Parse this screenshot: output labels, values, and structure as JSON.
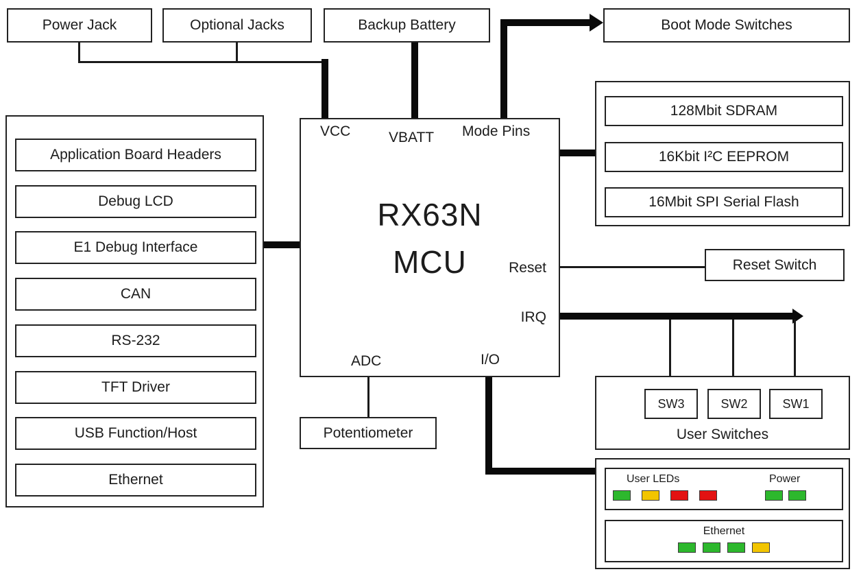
{
  "title_boxes": {
    "power_jack": "Power Jack",
    "optional_jacks": "Optional Jacks",
    "backup_battery": "Backup Battery",
    "boot_mode_switches": "Boot Mode Switches"
  },
  "mcu": {
    "name_line1": "RX63N",
    "name_line2": "MCU",
    "pins": {
      "vcc": "VCC",
      "vbatt": "VBATT",
      "mode_pins": "Mode Pins",
      "reset": "Reset",
      "irq": "IRQ",
      "adc": "ADC",
      "io": "I/O"
    }
  },
  "peripherals": [
    "Application Board Headers",
    "Debug LCD",
    "E1 Debug Interface",
    "CAN",
    "RS-232",
    "TFT Driver",
    "USB Function/Host",
    "Ethernet"
  ],
  "memory": [
    "128Mbit SDRAM",
    "16Kbit I²C EEPROM",
    "16Mbit SPI Serial Flash"
  ],
  "reset_switch": "Reset Switch",
  "potentiometer": "Potentiometer",
  "user_switches": {
    "label": "User Switches",
    "items": [
      "SW3",
      "SW2",
      "SW1"
    ]
  },
  "led_panel": {
    "user_leds_label": "User LEDs",
    "power_label": "Power",
    "ethernet_label": "Ethernet",
    "user_leds": [
      "green",
      "yellow",
      "red",
      "red"
    ],
    "power_leds": [
      "green",
      "green"
    ],
    "ethernet_leds": [
      "green",
      "green",
      "green",
      "yellow"
    ],
    "colors": {
      "green": "#2db82d",
      "yellow": "#f2c500",
      "red": "#e31212"
    }
  }
}
